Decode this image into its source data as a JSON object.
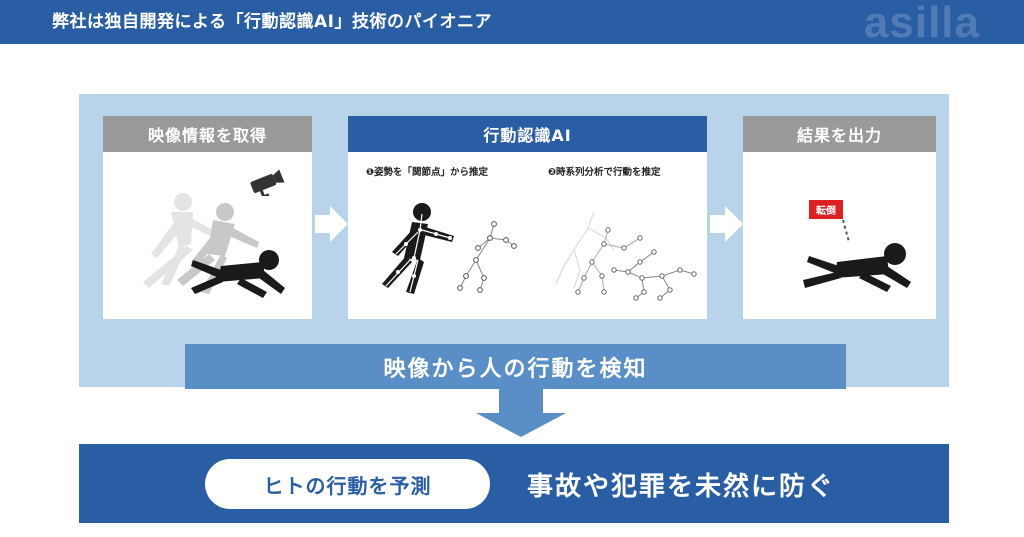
{
  "header": {
    "title": "弊社は独自開発による「行動認識AI」技術のパイオニア",
    "logo": "asilla",
    "bg_color": "#2a5ea4"
  },
  "cards": {
    "input": {
      "label": "映像情報を取得",
      "icons": [
        "camera-icon",
        "falling-person-icon"
      ]
    },
    "ai": {
      "label": "行動認識AI",
      "step1": "❶姿勢を「関節点」から推定",
      "step2": "❷時系列分析で行動を推定",
      "icons": [
        "skeleton-person-icon",
        "keypoint-graph-icon"
      ]
    },
    "output": {
      "label": "結果を出力",
      "badge": "転倒",
      "icons": [
        "fallen-person-icon"
      ]
    }
  },
  "detect": {
    "label": "映像から人の行動を検知"
  },
  "bottom": {
    "predict": "ヒトの行動を予測",
    "prevent": "事故や犯罪を未然に防ぐ"
  },
  "colors": {
    "primary": "#2a5ea4",
    "panel": "#b8d3ea",
    "mid_blue": "#5a8ec7",
    "gray_head": "#9a9a9a",
    "alert_red": "#e02020"
  }
}
